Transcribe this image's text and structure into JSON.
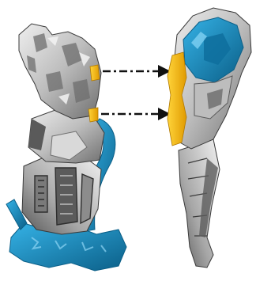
{
  "figure": {
    "left_part": {
      "layers": [
        "grey-bone-body",
        "blue-soft-tissue",
        "yellow-contact-surface"
      ]
    },
    "right_part": {
      "layers": [
        "grey-shell",
        "blue-cavity",
        "yellow-contact-surface"
      ]
    },
    "arrows": {
      "count": 2,
      "style": "dash-dot"
    }
  },
  "colors": {
    "grey_light": "#e6e6e6",
    "grey_mid": "#a9a9a9",
    "grey_dark": "#4e4e4e",
    "blue": "#1e93c8",
    "blue_dark": "#0b5f88",
    "yellow": "#f4b90f",
    "arrow": "#111111",
    "background": "#ffffff"
  }
}
